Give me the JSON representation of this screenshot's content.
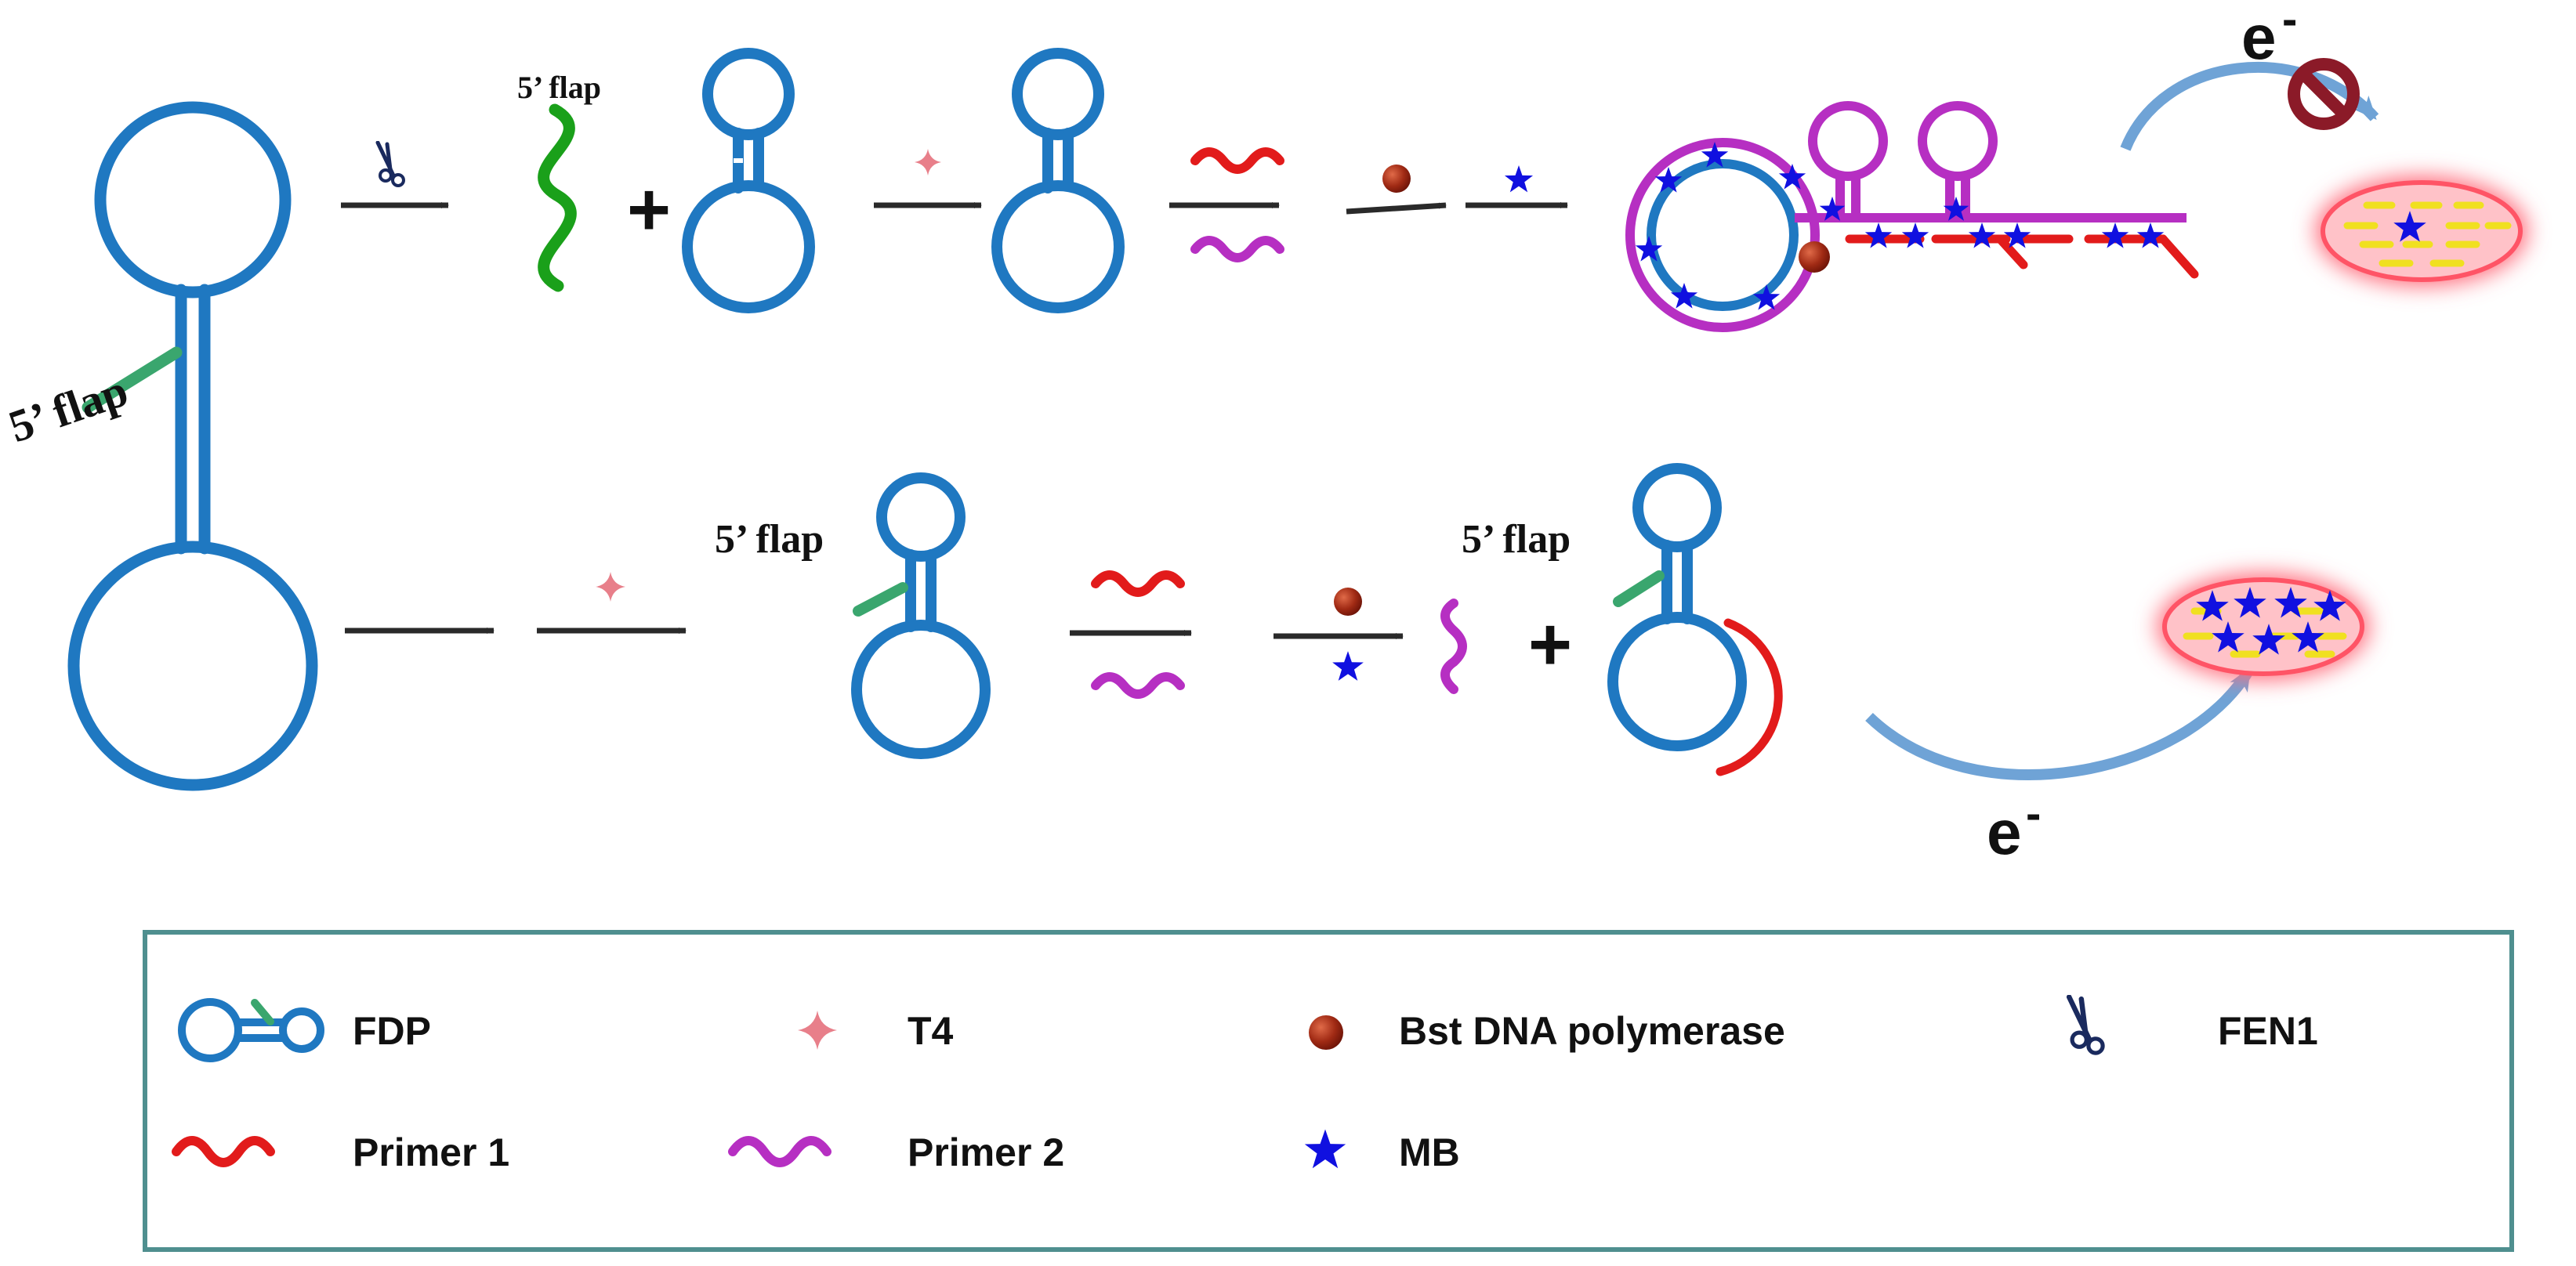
{
  "labels": {
    "flap": "5’ flap",
    "electron": "e",
    "electron_sup": "-"
  },
  "legend": {
    "items": [
      {
        "key": "fdp",
        "label": "FDP",
        "icon": "fdp-icon"
      },
      {
        "key": "t4",
        "label": "T4",
        "icon": "t4-sparkle-icon"
      },
      {
        "key": "bst",
        "label": "Bst DNA polymerase",
        "icon": "bst-polymerase-icon"
      },
      {
        "key": "fen1",
        "label": "FEN1",
        "icon": "scissors-icon"
      },
      {
        "key": "primer1",
        "label": "Primer 1",
        "icon": "primer1-wave-icon"
      },
      {
        "key": "primer2",
        "label": "Primer 2",
        "icon": "primer2-wave-icon"
      },
      {
        "key": "mb",
        "label": "MB",
        "icon": "mb-star-icon"
      }
    ]
  },
  "colors": {
    "dna": "#1f78c1",
    "flap": "#3aa66e",
    "flap_released": "#1aa01a",
    "primer1": "#e21b1b",
    "primer2": "#b62fc2",
    "polymerase": "#8e1a0c",
    "mb": "#1010e0",
    "t4": "#e87f8a",
    "fen1": "#1a2a5e",
    "arrow": "#2a2a2a",
    "electrode_glow": "#ff6b7a",
    "electrode_fill": "#ffc2c8",
    "electrode_bar": "#f0e020",
    "block_sign": "#8b1a28",
    "legend_border": "#4f8f8f"
  }
}
